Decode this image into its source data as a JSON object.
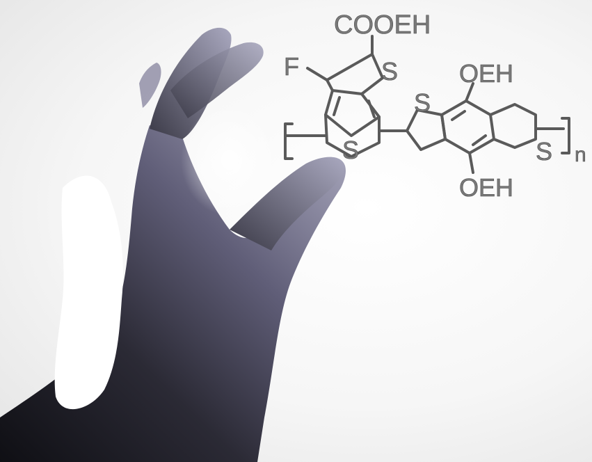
{
  "molecule": {
    "substituent_top": "COOEH",
    "fluoro": "F",
    "sulfur_1": "S",
    "sulfur_2": "S",
    "sulfur_3": "S",
    "sulfur_4": "S",
    "ether_top": "OEH",
    "ether_bottom": "OEH",
    "repeat_subscript": "n"
  },
  "colors": {
    "background": "#ffffff",
    "hand_shadow": "#1b1b22",
    "hand_mid": "#5a5870",
    "hand_highlight": "#b9b7cc",
    "bond_stroke": "#5a5a5a"
  }
}
